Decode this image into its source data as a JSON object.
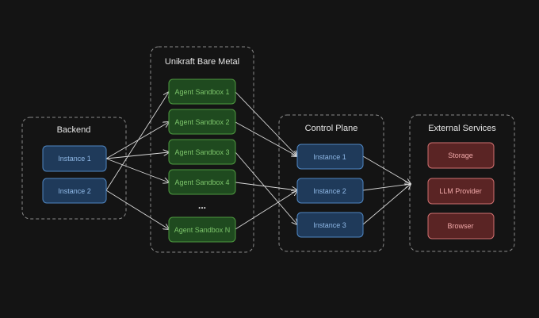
{
  "colors": {
    "background": "#141414",
    "group_border": "#8a8a8a",
    "group_title": "#e6e6e6",
    "blue_fill": "#1f3a5a",
    "blue_stroke": "#4f86c2",
    "blue_text": "#8fb8e6",
    "green_fill": "#1f4a1f",
    "green_stroke": "#4e9a3f",
    "green_text": "#7cc46a",
    "red_fill": "#5a2424",
    "red_stroke": "#d07070",
    "red_text": "#f0a8a8",
    "arrow": "#d9d9d9"
  },
  "groups": {
    "backend": {
      "title": "Backend"
    },
    "unikraft": {
      "title": "Unikraft Bare Metal"
    },
    "control": {
      "title": "Control Plane"
    },
    "external": {
      "title": "External Services"
    }
  },
  "nodes": {
    "backend_instance_1": "Instance 1",
    "backend_instance_2": "Instance 2",
    "sandbox_1": "Agent Sandbox 1",
    "sandbox_2": "Agent Sandbox 2",
    "sandbox_3": "Agent Sandbox 3",
    "sandbox_4": "Agent Sandbox 4",
    "sandbox_ellipsis": "...",
    "sandbox_n": "Agent Sandbox N",
    "control_instance_1": "Instance 1",
    "control_instance_2": "Instance 2",
    "control_instance_3": "Instance 3",
    "storage": "Storage",
    "llm_provider": "LLM Provider",
    "browser": "Browser"
  }
}
